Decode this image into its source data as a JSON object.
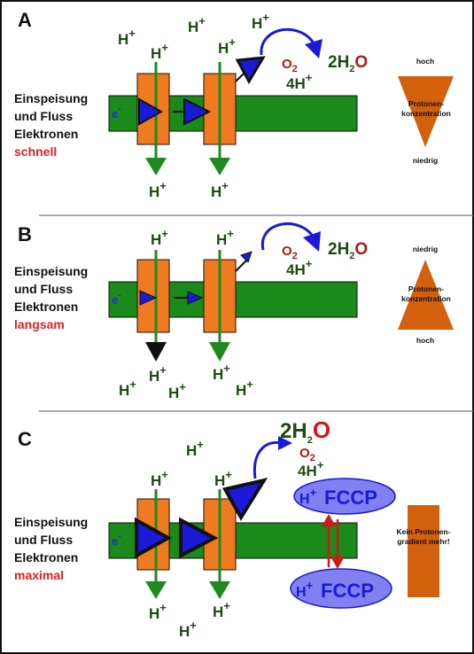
{
  "colors": {
    "membrane": "#1a8a1a",
    "complex": "#f07a20",
    "gradient_shape": "#d2600c",
    "arrow_blue": "#1a1ad8",
    "proton_green": "#1e8a1e",
    "text_dark_green": "#1e4a14",
    "text_red": "#e02020",
    "fccp_fill": "#8080f0"
  },
  "panels": [
    {
      "letter": "A",
      "desc": [
        "Einspeisung",
        "und Fluss",
        "Elektronen"
      ],
      "speed": "schnell",
      "top_label": "hoch",
      "mid_label": [
        "Protonen-",
        "konzentration"
      ],
      "bottom_label": "niedrig"
    },
    {
      "letter": "B",
      "desc": [
        "Einspeisung",
        "und Fluss",
        "Elektronen"
      ],
      "speed": "langsam",
      "top_label": "niedrig",
      "mid_label": [
        "Protonen-",
        "konzentration"
      ],
      "bottom_label": "hoch"
    },
    {
      "letter": "C",
      "desc": [
        "Einspeisung",
        "und Fluss",
        "Elektronen"
      ],
      "speed": "maximal",
      "gradient_label": [
        "Kein Protonen-",
        "gradient mehr!"
      ],
      "fccp_label": "FCCP"
    }
  ],
  "chem": {
    "h": "H",
    "plus": "+",
    "e": "e",
    "minus": "-",
    "o": "O",
    "two": "2",
    "four_h": "4H",
    "water_prefix": "2H"
  }
}
